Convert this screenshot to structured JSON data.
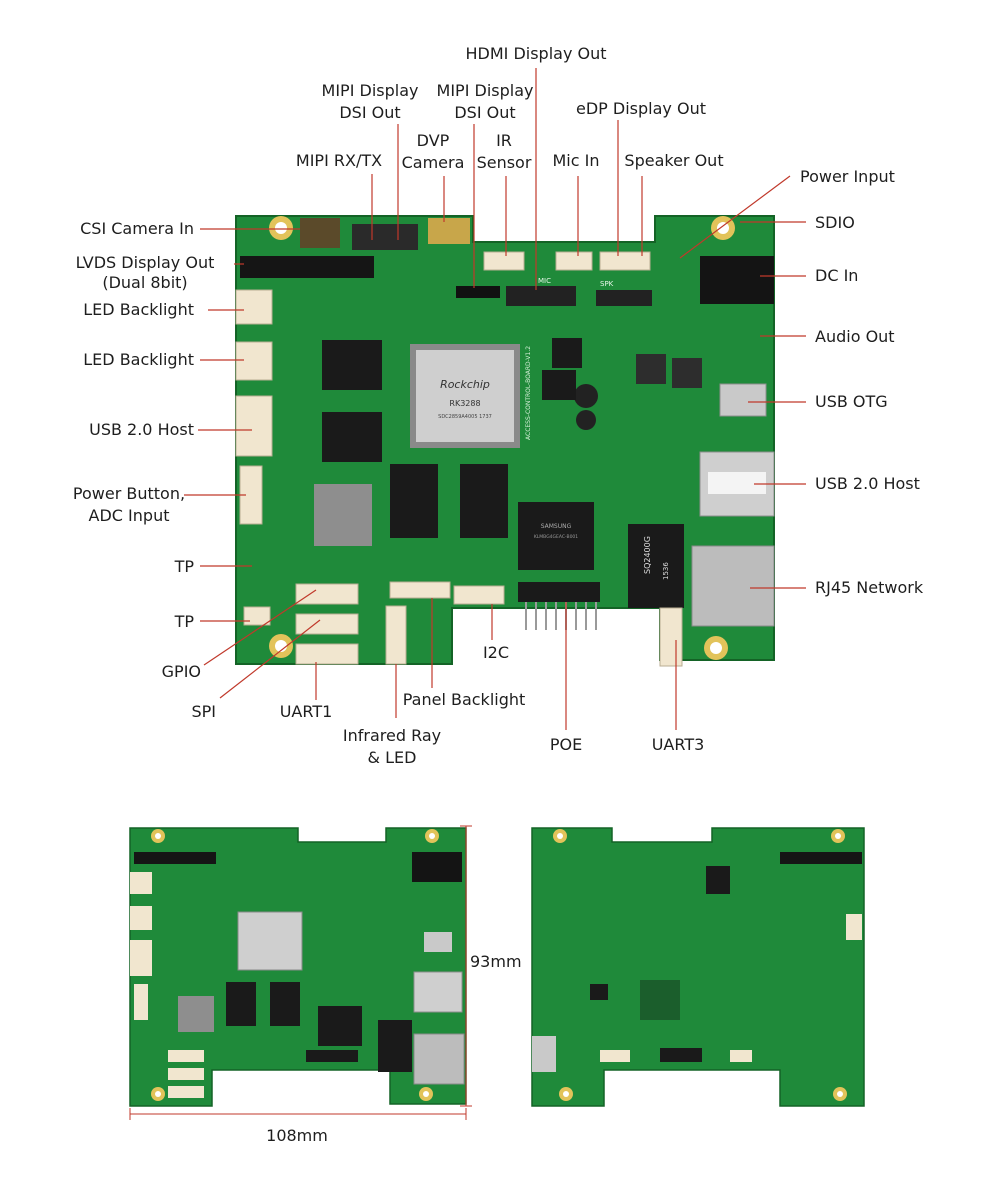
{
  "labels": {
    "hdmi": "HDMI Display Out",
    "mipi_dsi_1": "MIPI Display\nDSI Out",
    "mipi_dsi_2": "MIPI Display\nDSI Out",
    "edp": "eDP Display Out",
    "dvp": "DVP\nCamera",
    "ir_sensor": "IR\nSensor",
    "mic_in": "Mic In",
    "speaker_out": "Speaker Out",
    "mipi_rxtx": "MIPI RX/TX",
    "power_input": "Power Input",
    "sdio": "SDIO",
    "dc_in": "DC In",
    "audio_out": "Audio Out",
    "usb_otg": "USB OTG",
    "usb_host_right": "USB 2.0 Host",
    "rj45": "RJ45 Network",
    "csi": "CSI Camera In",
    "lvds": "LVDS Display Out\n(Dual 8bit)",
    "led_backlight_1": "LED Backlight",
    "led_backlight_2": "LED Backlight",
    "usb_host_left": "USB 2.0 Host",
    "power_button": "Power Button,\nADC Input",
    "tp_1": "TP",
    "tp_2": "TP",
    "gpio": "GPIO",
    "spi": "SPI",
    "uart1": "UART1",
    "infrared": "Infrared Ray\n& LED",
    "panel_backlight": "Panel Backlight",
    "i2c": "I2C",
    "poe": "POE",
    "uart3": "UART3",
    "dim_height": "93mm",
    "dim_width": "108mm"
  },
  "chips": {
    "soc_brand": "Rockchip",
    "soc_model": "RK3288",
    "soc_code": "SDC2859A4005 1737",
    "emmc_brand": "SAMSUNG",
    "emmc_code": "KLMBG4GEAC-B001",
    "eth_chip": "SQ2400G",
    "board_name": "ACCESS-CONTROL-BOARD-V1.2",
    "mic_silk": "MIC",
    "spk_silk": "SPK",
    "eth_num": "1536"
  },
  "colors": {
    "pcb": "#1f8a3a",
    "pcb_dark": "#176c2c",
    "leader": "#c0392b",
    "gold": "#d8b24a",
    "connector": "#f1e6cf",
    "metal": "#c9c9c9"
  }
}
